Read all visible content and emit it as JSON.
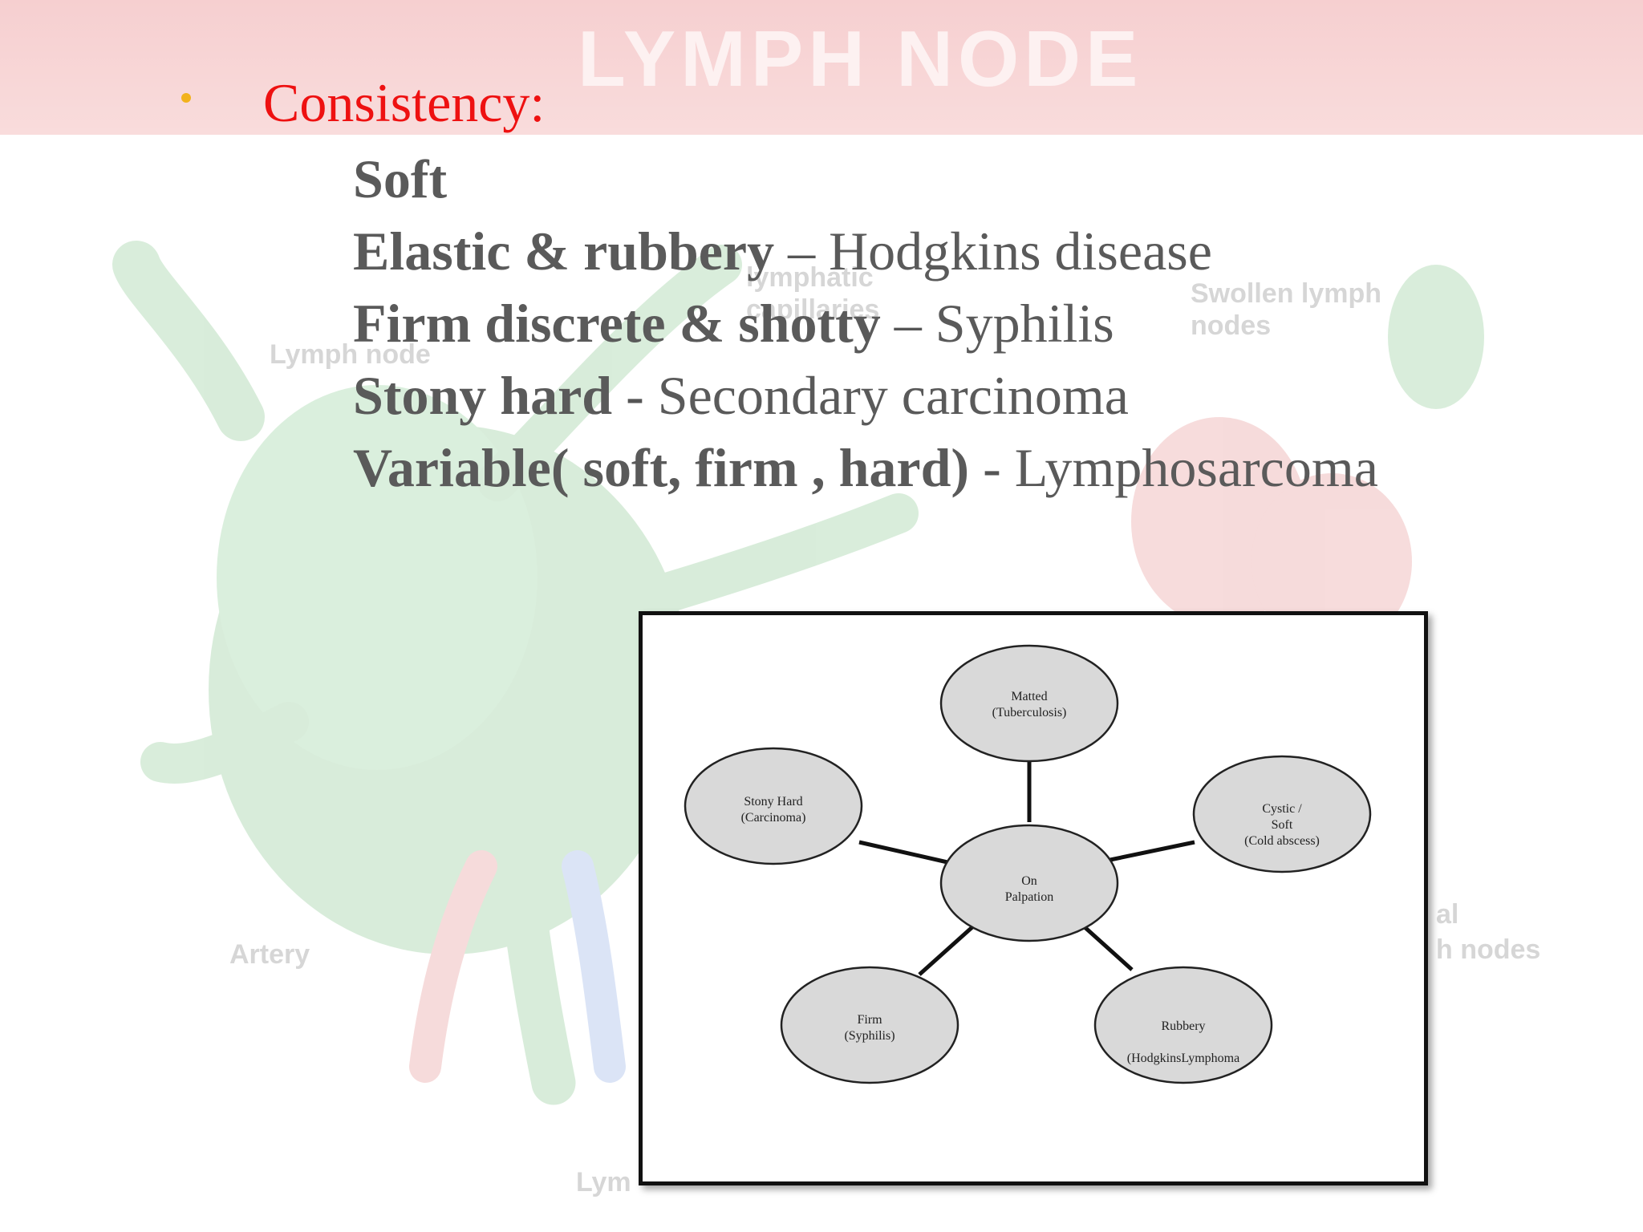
{
  "slide": {
    "watermark_title": "LYMPH NODE",
    "background_labels": [
      "lymphatic capillaries",
      "Swollen lymph nodes",
      "Lymph node",
      "Artery",
      "al",
      "h nodes",
      "Lym"
    ],
    "bullet_heading": "Consistency:",
    "consistency_lines": [
      {
        "term": "Soft",
        "separator": "",
        "disease": ""
      },
      {
        "term": "Elastic & rubbery",
        "separator": " – ",
        "disease": "Hodgkins disease"
      },
      {
        "term": "Firm discrete & shotty",
        "separator": " – ",
        "disease": "Syphilis"
      },
      {
        "term": "Stony hard",
        "separator": " -  ",
        "disease": "Secondary carcinoma"
      },
      {
        "term": "Variable( soft, firm , hard)",
        "separator": " -  ",
        "disease": "Lymphosarcoma"
      }
    ]
  },
  "diagram": {
    "center": [
      "On",
      "Palpation"
    ],
    "nodes": [
      {
        "id": "matted",
        "lines": [
          "Matted",
          "(Tuberculosis)"
        ]
      },
      {
        "id": "stony",
        "lines": [
          "Stony Hard",
          "(Carcinoma)"
        ]
      },
      {
        "id": "cystic",
        "lines": [
          "Cystic /",
          "Soft",
          "(Cold abscess)"
        ]
      },
      {
        "id": "firm",
        "lines": [
          "Firm",
          "(Syphilis)"
        ]
      },
      {
        "id": "rubbery",
        "lines": [
          "Rubbery",
          "",
          "(HodgkinsLymphoma"
        ]
      }
    ]
  },
  "colors": {
    "heading": "#ee1111",
    "bullet": "#f2b21c",
    "body_text": "#555555",
    "header_band": "#f6cfd0",
    "node_fill": "#d9d9d9"
  }
}
